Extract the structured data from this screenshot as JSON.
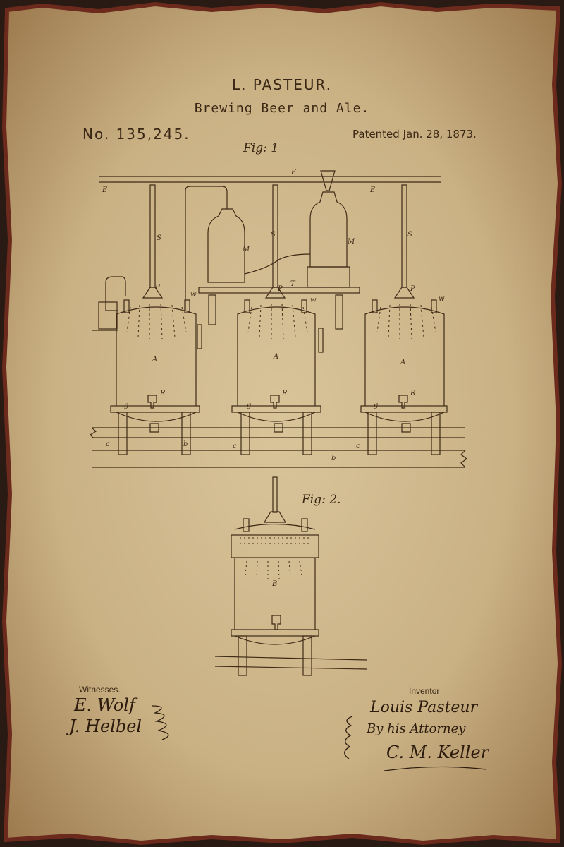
{
  "patent": {
    "inventor_name": "L. PASTEUR.",
    "title": "Brewing Beer and Ale.",
    "number": "No. 135,245.",
    "date": "Patented Jan. 28, 1873."
  },
  "figures": {
    "fig1_label": "Fig: 1",
    "fig2_label": "Fig: 2."
  },
  "figure_letters": {
    "pipe_E": "E",
    "vat_A": "A",
    "cock_R": "R",
    "vessel_M": "M",
    "shelf_T": "T",
    "rose_P": "P",
    "pipe_S": "S",
    "base_b": "b",
    "base_c": "c",
    "hoop_g": "g",
    "vat_B": "B",
    "vent_w": "w"
  },
  "witnesses": {
    "label": "Witnesses.",
    "names": [
      "E. Wolf",
      "J. Helbel"
    ]
  },
  "inventor": {
    "label": "Inventor",
    "signature": "Louis Pasteur",
    "attorney_line": "By his Attorney",
    "attorney_signature": "C. M. Keller"
  },
  "colors": {
    "paper": "#c9b184",
    "ink": "#3a2614",
    "border": "#5a2418"
  }
}
